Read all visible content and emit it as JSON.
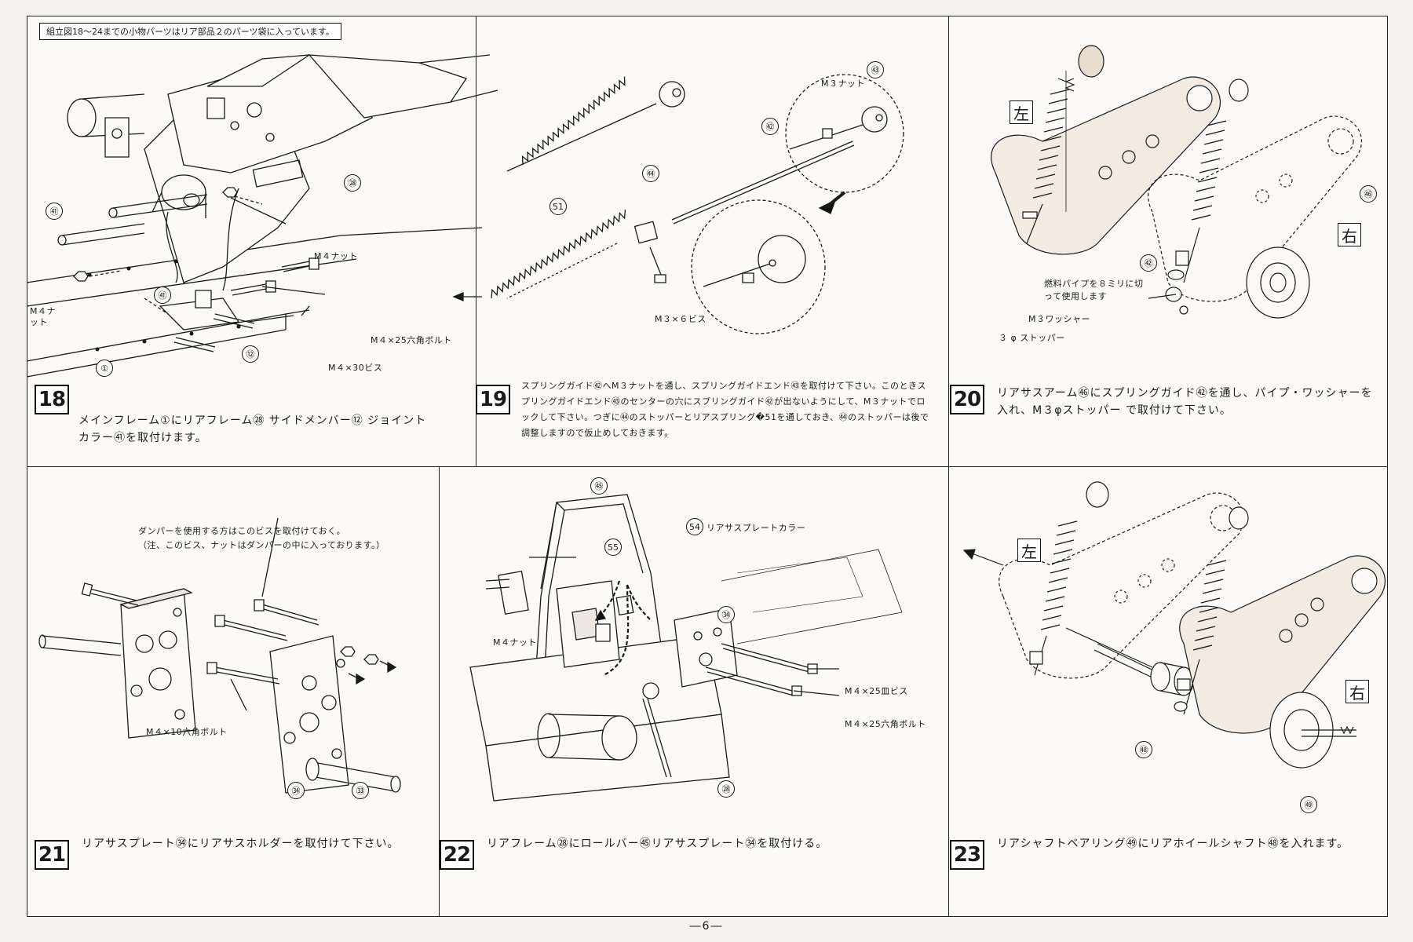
{
  "header_note": "組立図18～24までの小物パーツはリア部品２のパーツ袋に入っています。",
  "page_number": "―6―",
  "steps": [
    {
      "number": "18",
      "text": "メインフレーム①にリアフレーム㉘ サイドメンバー⑫ ジョイントカラー㊶を取付けます。",
      "labels": {
        "m4nut": "M４ナット",
        "m4nut_left": "M４ナット",
        "bolt25": "M４×25六角ボルト",
        "screw30": "M４×30ビス"
      },
      "parts": [
        "㊶",
        "㊶",
        "①",
        "⑫",
        "㉘"
      ]
    },
    {
      "number": "19",
      "text": "スプリングガイド㊷へM３ナットを通し、スプリングガイドエンド㊸を取付けて下さい。このときスプリングガイドエンド㊸のセンターの穴にスプリングガイド㊷が出ないようにして、M３ナットでロックして下さい。つぎに㊹のストッパーとリアスプリング�51を通しておき、㊹のストッパーは後で調整しますので仮止めしておきます。",
      "labels": {
        "m3nut": "M３ナット",
        "screw": "M３×６ビス"
      },
      "parts": [
        "㊸",
        "㊷",
        "㊹",
        "51"
      ]
    },
    {
      "number": "20",
      "text": "リアサスアーム㊻にスプリングガイド㊷を通し、パイプ・ワッシャーを入れ、M３φストッパー で取付けて下さい。",
      "labels": {
        "left": "左",
        "right": "右",
        "pipe_note": "燃料パイプを８ミリに切って使用します",
        "washer": "M３ワッシャー",
        "stopper": "３ φ ストッパー"
      },
      "parts": [
        "㊻",
        "㊷"
      ]
    },
    {
      "number": "21",
      "text": "リアサスプレート㉞にリアサスホルダーを取付けて下さい。",
      "labels": {
        "damper_note1": "ダンパーを使用する方はこのビスを取付けておく。",
        "damper_note2": "（注、このビス、ナットはダンパーの中に入っております。）",
        "bolt10": "M４×10六角ボルト"
      },
      "parts": [
        "㉞",
        "㉝"
      ]
    },
    {
      "number": "22",
      "text": "リアフレーム㉘にロールバー㊺リアサスプレート㉞を取付ける。",
      "labels": {
        "collar": "リアサスプレートカラー",
        "m4nut": "M４ナット",
        "flat25": "M４×25皿ビス",
        "bolt25": "M４×25六角ボルト"
      },
      "parts": [
        "㊺",
        "54",
        "55",
        "㉞",
        "㉘"
      ]
    },
    {
      "number": "23",
      "text": "リアシャフトベアリング㊾にリアホイールシャフト㊽を入れます。",
      "labels": {
        "left": "左",
        "right": "右"
      },
      "parts": [
        "㊽",
        "㊾"
      ]
    }
  ],
  "colors": {
    "ink": "#1a1a1a",
    "paper": "#fbfaf7",
    "shade": "#ece8e1"
  }
}
